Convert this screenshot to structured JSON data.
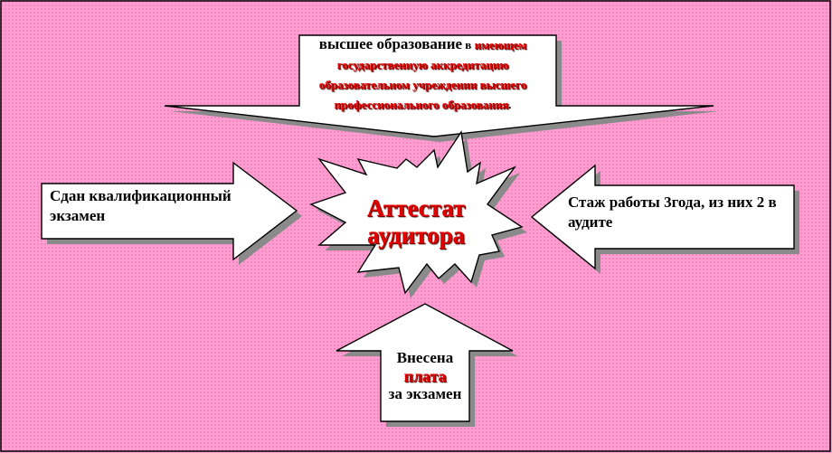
{
  "diagram": {
    "center": {
      "line1": "Аттестат",
      "line2": "аудитора"
    },
    "top": {
      "lead": "высшее образование",
      "prep": " в ",
      "rest": "имеющем государственную аккредитацию образовательном учреждении высшего профессионального образования",
      "end": "."
    },
    "left": {
      "text": "Сдан квалификационный экзамен"
    },
    "right": {
      "text": "Стаж работы 3года, из них 2 в аудите"
    },
    "bottom": {
      "line1": "Внесена",
      "line2": "плата",
      "line3": "за экзамен"
    }
  },
  "colors": {
    "background": "#ff9dd1",
    "shape_fill": "#ffffff",
    "shape_stroke": "#000000",
    "shadow": "#8a8a8a",
    "accent_text": "#e00000"
  }
}
